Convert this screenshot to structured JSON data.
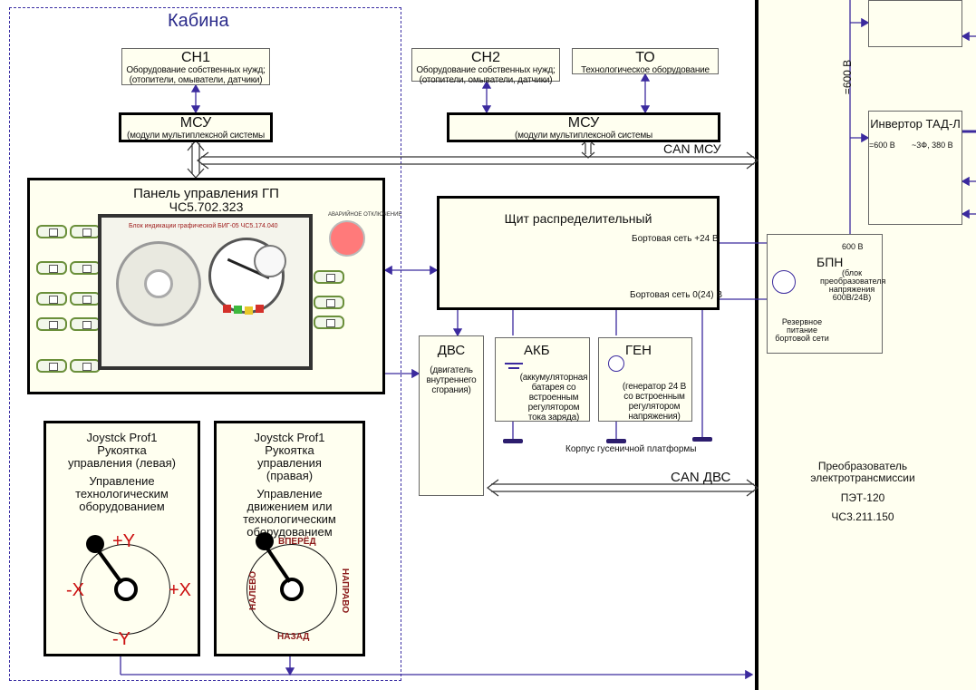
{
  "cabin": {
    "title": "Кабина"
  },
  "ch1": {
    "title": "СН1",
    "desc": "Оборудование собственных нужд; (отопители, омыватели, датчики)"
  },
  "ch2": {
    "title": "СН2",
    "desc": "Оборудование собственных нужд; (отопители, омыватели, датчики)"
  },
  "to": {
    "title": "ТО",
    "desc": "Технологическое оборудование"
  },
  "msu_left": {
    "title": "МСУ",
    "desc": "(модули мультиплексной системы"
  },
  "msu_right": {
    "title": "МСУ",
    "desc": "(модули мультиплексной системы"
  },
  "can_msu": "CAN МСУ",
  "can_dvs": "CAN ДВС",
  "panel": {
    "title": "Панель управления ГП",
    "code": "ЧС5.702.323",
    "screen_title": "Блок индикации графической БИГ-05   ЧС5.174.040",
    "emergency_label": "АВАРИЙНОЕ ОТКЛЮЧЕНИЕ"
  },
  "shield": {
    "title": "Щит распределительный",
    "bus24": "Бортовая сеть +24 В",
    "bus0": "Бортовая сеть 0(24) В"
  },
  "dvs": {
    "title": "ДВС",
    "desc": "(двигатель внутреннего сгорания)"
  },
  "akb": {
    "title": "АКБ",
    "desc": "(аккумуляторная батарея со встроенным регулятором тока заряда)"
  },
  "gen": {
    "title": "ГЕН",
    "desc": "(генератор 24 В со встроенным регулятором напряжения)"
  },
  "ground_label": "Корпус гусеничной платформы",
  "joystick_left": {
    "title": "Joystck Prof1",
    "subtitle": "Рукоятка управления (левая)",
    "purpose": "Управление технологическим оборудованием",
    "plus_y": "+Y",
    "minus_y": "-Y",
    "plus_x": "+X",
    "minus_x": "-X"
  },
  "joystick_right": {
    "title": "Joystck Prof1",
    "subtitle": "Рукоятка управления (правая)",
    "purpose": "Управление движением или технологическим оборудованием",
    "forward": "ВПЕРЁД",
    "back": "НАЗАД",
    "left": "НАЛЕВО",
    "right": "НАПРАВО"
  },
  "right": {
    "v600": "=600 В",
    "inverter": {
      "title": "Инвертор ТАД-Л",
      "in": "=600 В",
      "out": "~3Ф, 380 В"
    },
    "bpn": {
      "v": "600 В",
      "title": "БПН",
      "desc": "(блок преобразователя напряжения 600В/24В)",
      "backup": "Резервное питание бортовой сети"
    },
    "converter": {
      "title": "Преобразователь электротрансмиссии",
      "model": "ПЭТ-120",
      "code": "ЧС3.211.150"
    }
  },
  "colors": {
    "line": "#3b2a9e",
    "panel_bg": "#fffff0",
    "red_button": "#ff7a7a",
    "dir_text": "#8b1a1a",
    "axis_text": "#cc1111"
  }
}
